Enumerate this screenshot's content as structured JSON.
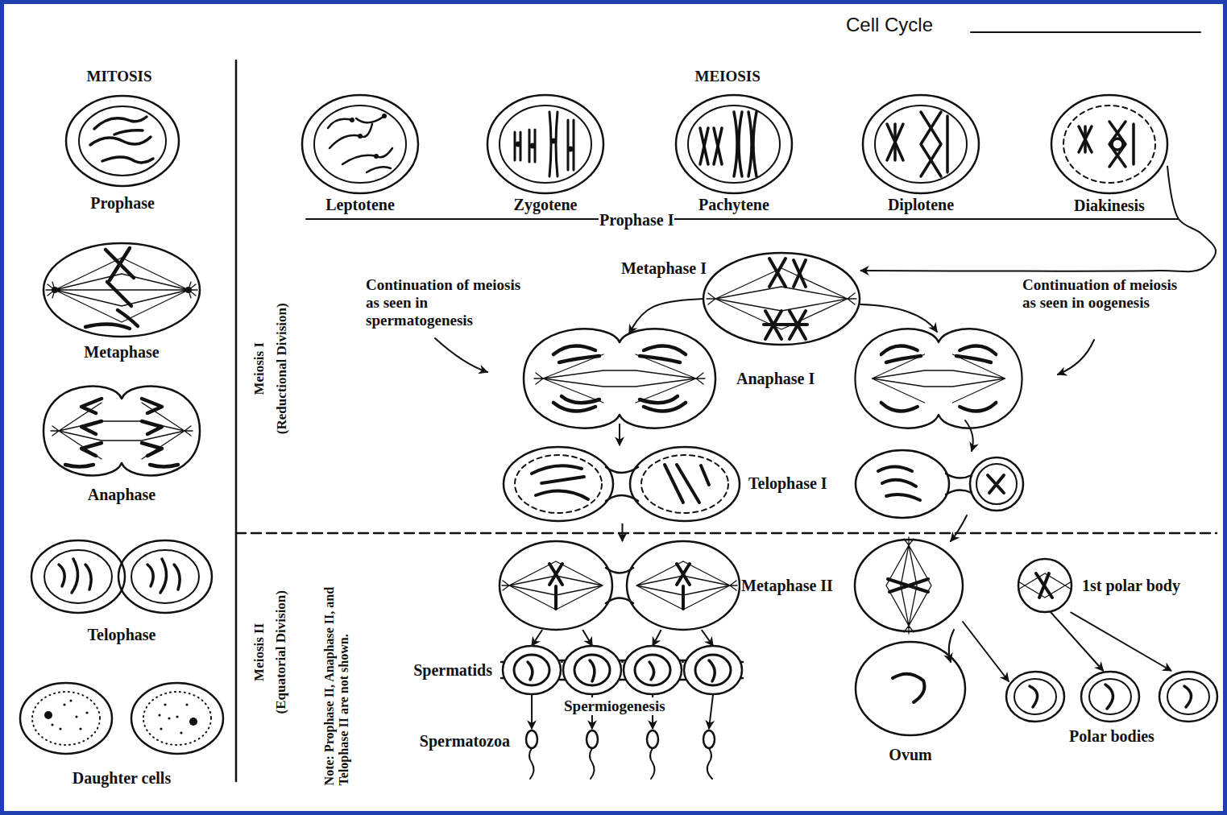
{
  "diagram": {
    "title": "Cell Cycle",
    "nodes": [
      {
        "text": [
          "Prophase"
        ]
      },
      {
        "text": [
          "Metaphase"
        ]
      },
      {
        "text": [
          "Anaphase"
        ]
      },
      {
        "text": [
          "Telophase"
        ]
      },
      {
        "text": [
          "Daughter cells"
        ]
      },
      {
        "text": [
          "Leptotene"
        ]
      },
      {
        "text": [
          "Zygotene"
        ]
      },
      {
        "text": [
          "Pachytene"
        ]
      },
      {
        "text": [
          "Diplotene"
        ]
      },
      {
        "text": [
          "Diakinesis"
        ]
      },
      {
        "text": [
          "Metaphase I"
        ]
      },
      {
        "text": [
          "Anaphase I"
        ]
      },
      {
        "text": [
          "Telophase I"
        ]
      },
      {
        "text": [
          "Metaphase II"
        ]
      },
      {
        "text": [
          "Spermatids"
        ]
      },
      {
        "text": [
          "Spermatozoa"
        ]
      },
      {
        "text": [
          "1st polar body"
        ]
      },
      {
        "text": [
          "Ovum"
        ]
      },
      {
        "text": [
          "Polar bodies"
        ]
      }
    ],
    "edges": [
      {
        "from": 9,
        "to": 10,
        "arrow": "to"
      },
      {
        "from": 10,
        "to": 11,
        "arrow": "to"
      },
      {
        "from": 11,
        "to": 12,
        "arrow": "to"
      },
      {
        "from": 12,
        "to": 13,
        "arrow": "to"
      },
      {
        "from": 13,
        "to": 14,
        "arrow": "to"
      },
      {
        "from": 14,
        "to": 15,
        "arrow": "to"
      },
      {
        "from": 16,
        "to": 18,
        "arrow": "to"
      }
    ],
    "labels": [
      "MITOSIS",
      "MEIOSIS",
      "Prophase I",
      "Continuation of meiosis as seen in spermatogenesis",
      "Continuation of meiosis as seen in oogenesis",
      "Meiosis I",
      "(Reductional Division)",
      "Meiosis II",
      "(Equatorial Division)",
      "Note: Prophase II, Anaphase II, and Telophase II are not shown.",
      "Spermiogenesis"
    ]
  }
}
